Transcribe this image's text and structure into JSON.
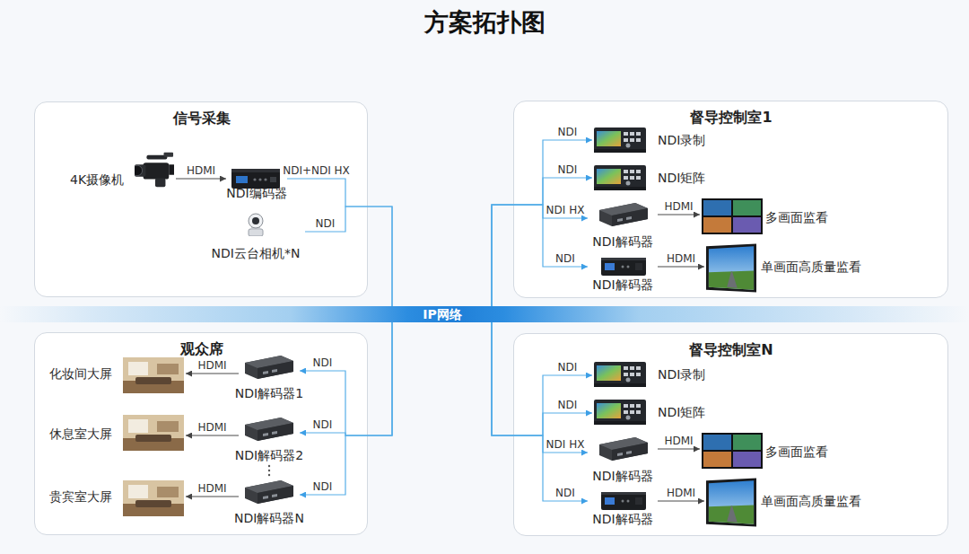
{
  "diagram": {
    "title": "方案拓扑图",
    "nodes": [
      {
        "text": [
          "信号采集"
        ]
      },
      {
        "text": [
          "4K摄像机"
        ],
        "in": 0
      },
      {
        "text": [
          "NDI编码器"
        ],
        "in": 0
      },
      {
        "text": [
          "NDI云台相机*N"
        ],
        "in": 0
      },
      {
        "text": [
          "督导控制室1"
        ]
      },
      {
        "text": [
          "NDI录制"
        ],
        "in": 4
      },
      {
        "text": [
          "NDI矩阵"
        ],
        "in": 4
      },
      {
        "text": [
          "NDI解码器"
        ],
        "in": 4
      },
      {
        "text": [
          "多画面监看"
        ],
        "in": 4
      },
      {
        "text": [
          "NDI解码器"
        ],
        "in": 4
      },
      {
        "text": [
          "单画面高质量监看"
        ],
        "in": 4
      },
      {
        "text": [
          "IP网络"
        ]
      },
      {
        "text": [
          "观众席"
        ]
      },
      {
        "text": [
          "化妆间大屏"
        ],
        "in": 12
      },
      {
        "text": [
          "NDI解码器1"
        ],
        "in": 12
      },
      {
        "text": [
          "休息室大屏"
        ],
        "in": 12
      },
      {
        "text": [
          "NDI解码器2"
        ],
        "in": 12
      },
      {
        "text": [
          "贵宾室大屏"
        ],
        "in": 12
      },
      {
        "text": [
          "NDI解码器N"
        ],
        "in": 12
      },
      {
        "text": [
          "督导控制室N"
        ]
      },
      {
        "text": [
          "NDI录制"
        ],
        "in": 19
      },
      {
        "text": [
          "NDI矩阵"
        ],
        "in": 19
      },
      {
        "text": [
          "NDI解码器"
        ],
        "in": 19
      },
      {
        "text": [
          "多画面监看"
        ],
        "in": 19
      },
      {
        "text": [
          "NDI解码器"
        ],
        "in": 19
      },
      {
        "text": [
          "单画面高质量监看"
        ],
        "in": 19
      }
    ],
    "edges": [
      {
        "from": 1,
        "to": 2,
        "label": "HDMI",
        "arrow": "to"
      },
      {
        "from": 2,
        "to": 11,
        "label": "NDI+NDI HX",
        "arrow": "none"
      },
      {
        "from": 3,
        "to": 11,
        "label": "NDI",
        "arrow": "none"
      },
      {
        "from": 11,
        "to": 5,
        "label": "NDI",
        "arrow": "to"
      },
      {
        "from": 11,
        "to": 6,
        "label": "NDI",
        "arrow": "to"
      },
      {
        "from": 11,
        "to": 7,
        "label": "NDI HX",
        "arrow": "to"
      },
      {
        "from": 7,
        "to": 8,
        "label": "HDMI",
        "arrow": "to"
      },
      {
        "from": 11,
        "to": 9,
        "label": "NDI",
        "arrow": "to"
      },
      {
        "from": 9,
        "to": 10,
        "label": "HDMI",
        "arrow": "to"
      },
      {
        "from": 11,
        "to": 14,
        "label": "NDI",
        "arrow": "to"
      },
      {
        "from": 14,
        "to": 13,
        "label": "HDMI",
        "arrow": "to"
      },
      {
        "from": 11,
        "to": 16,
        "label": "NDI",
        "arrow": "to"
      },
      {
        "from": 16,
        "to": 15,
        "label": "HDMI",
        "arrow": "to"
      },
      {
        "from": 11,
        "to": 18,
        "label": "NDI",
        "arrow": "to"
      },
      {
        "from": 18,
        "to": 17,
        "label": "HDMI",
        "arrow": "to"
      },
      {
        "from": 11,
        "to": 20,
        "label": "NDI",
        "arrow": "to"
      },
      {
        "from": 11,
        "to": 21,
        "label": "NDI",
        "arrow": "to"
      },
      {
        "from": 11,
        "to": 22,
        "label": "NDI HX",
        "arrow": "to"
      },
      {
        "from": 22,
        "to": 23,
        "label": "HDMI",
        "arrow": "to"
      },
      {
        "from": 11,
        "to": 24,
        "label": "NDI",
        "arrow": "to"
      },
      {
        "from": 24,
        "to": 25,
        "label": "HDMI",
        "arrow": "to"
      }
    ]
  }
}
